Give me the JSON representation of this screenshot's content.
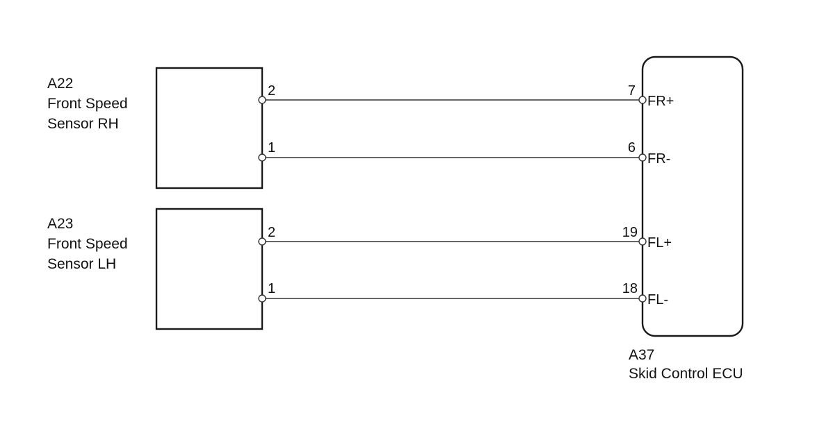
{
  "components": {
    "sensor_rh": {
      "code": "A22",
      "name_line1": "Front Speed",
      "name_line2": "Sensor RH",
      "pins": {
        "top": "2",
        "bottom": "1"
      }
    },
    "sensor_lh": {
      "code": "A23",
      "name_line1": "Front Speed",
      "name_line2": "Sensor LH",
      "pins": {
        "top": "2",
        "bottom": "1"
      }
    },
    "ecu": {
      "code": "A37",
      "name": "Skid Control ECU",
      "pins": [
        {
          "number": "7",
          "signal": "FR+"
        },
        {
          "number": "6",
          "signal": "FR-"
        },
        {
          "number": "19",
          "signal": "FL+"
        },
        {
          "number": "18",
          "signal": "FL-"
        }
      ]
    }
  }
}
